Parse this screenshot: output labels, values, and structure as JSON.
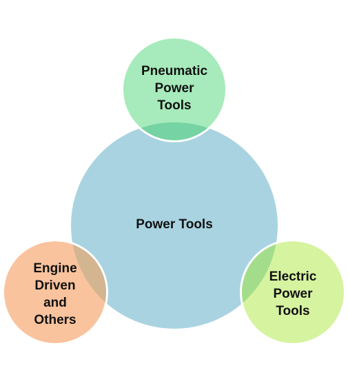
{
  "diagram": {
    "center": {
      "label": "Power Tools",
      "color": "#a9d3e0"
    },
    "nodes": [
      {
        "id": "top",
        "label": "Pneumatic\nPower\nTools",
        "color": "#a7eabb",
        "overlap_color": "#76d3a3"
      },
      {
        "id": "left",
        "label": "Engine\nDriven\nand\nOthers",
        "color": "#f9c39d",
        "overlap_color": "#d3b591"
      },
      {
        "id": "right",
        "label": "Electric\nPower\nTools",
        "color": "#d6f3a0",
        "overlap_color": "#a3dd8b"
      }
    ]
  }
}
